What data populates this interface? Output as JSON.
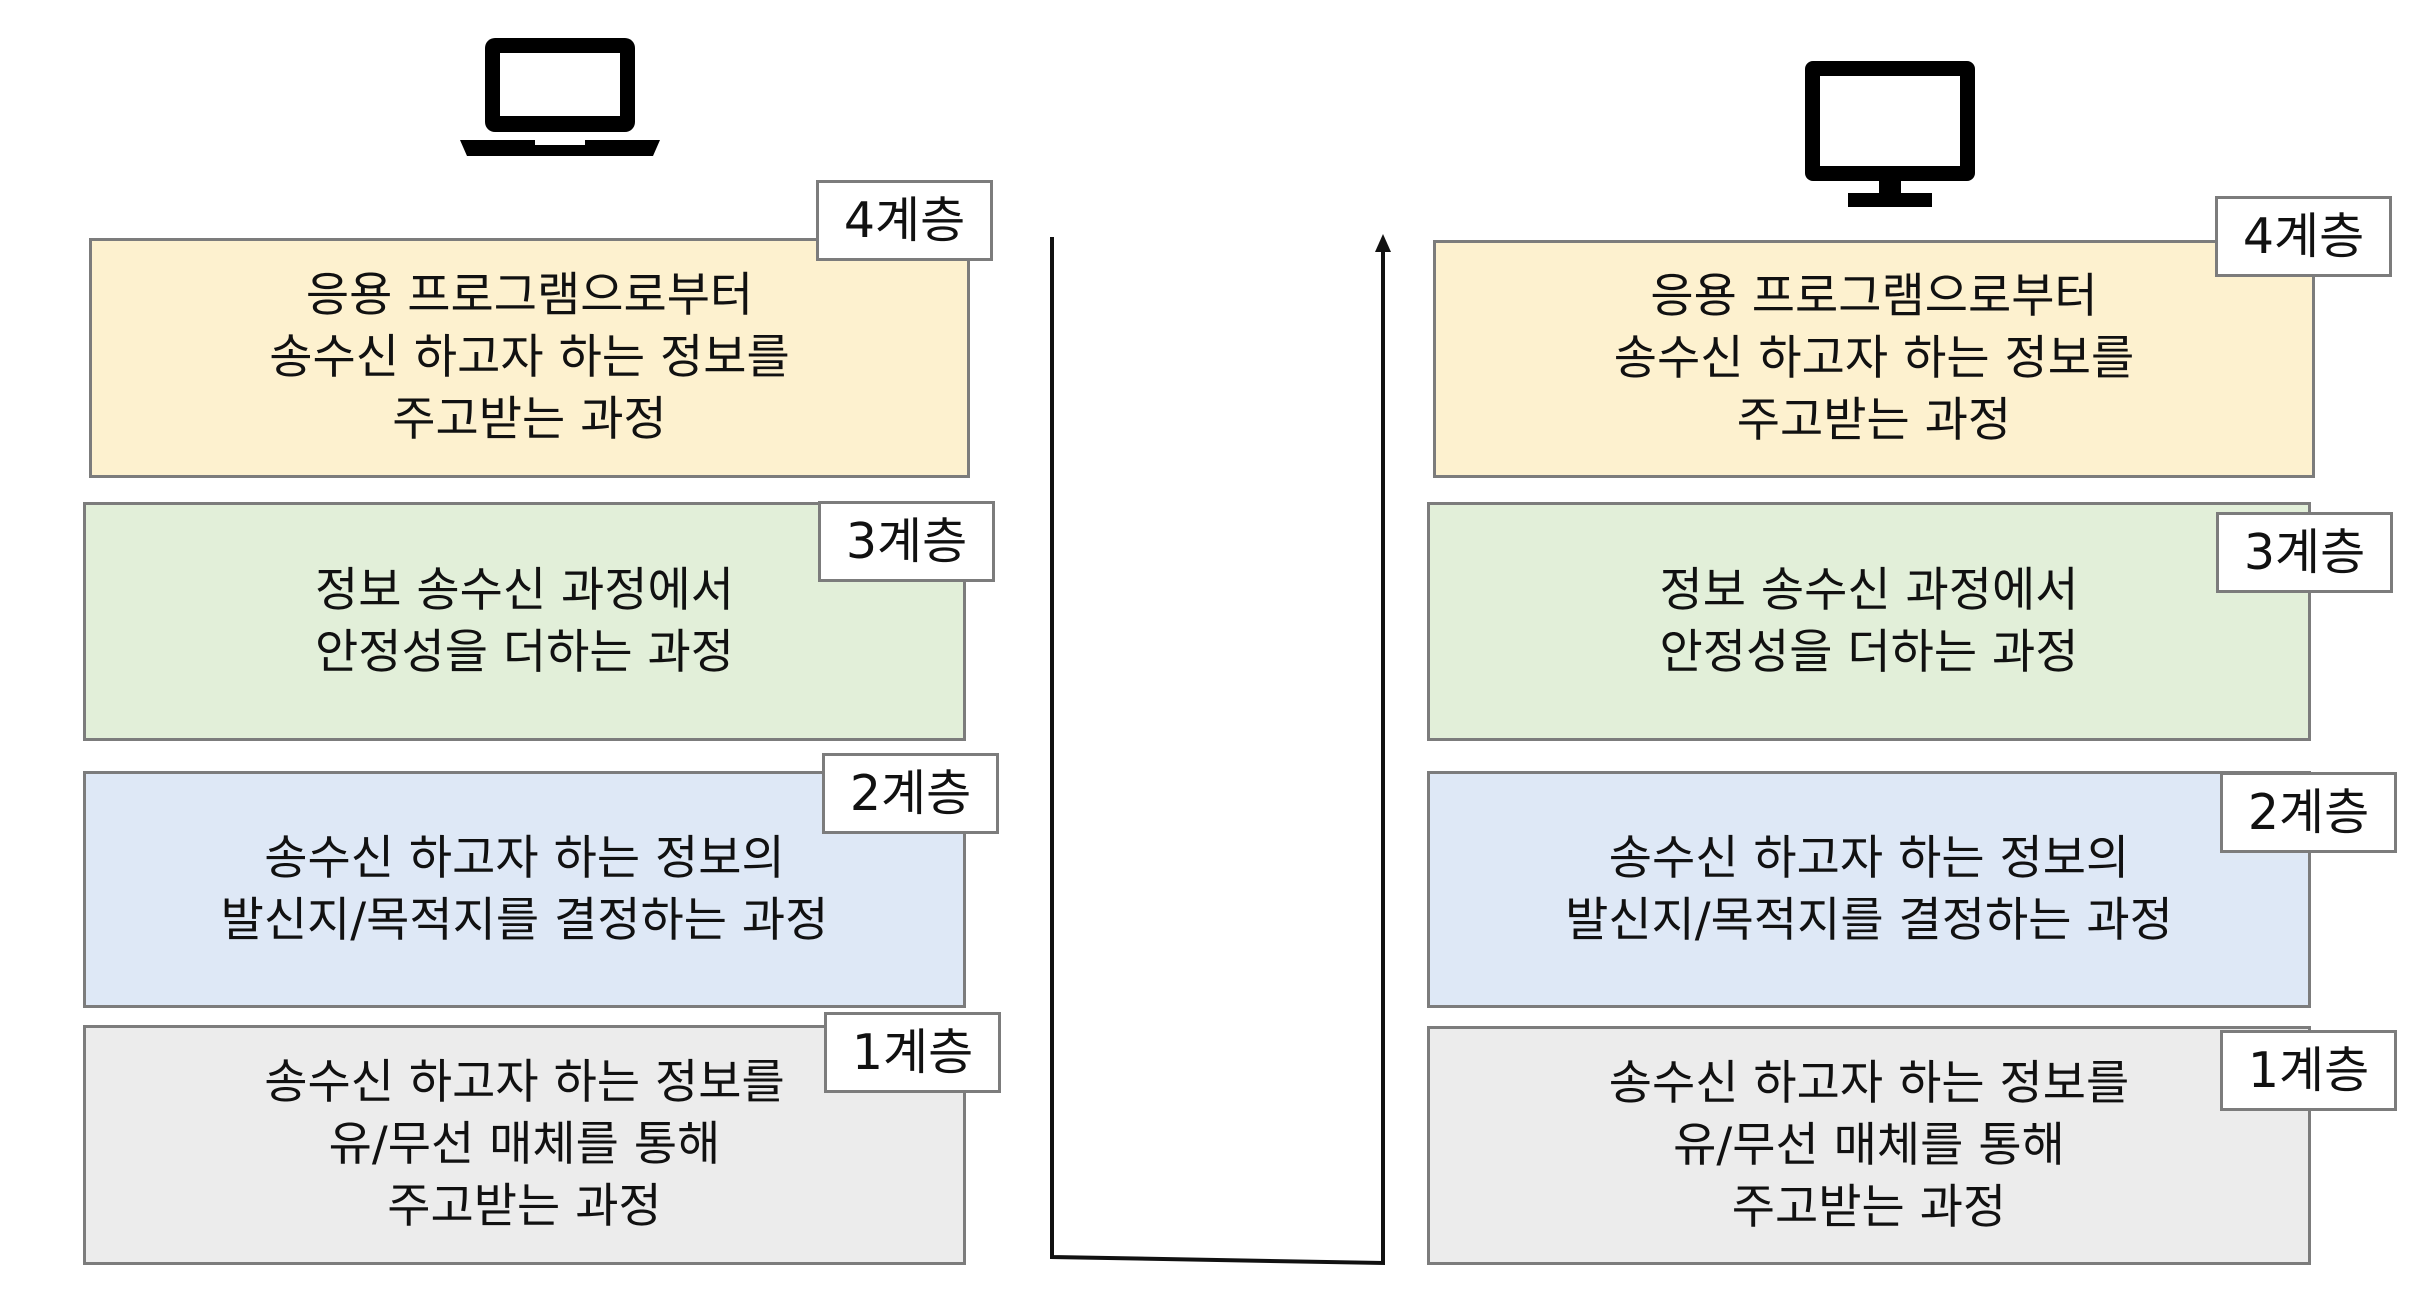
{
  "colors": {
    "application": "#fdf1cf",
    "transport": "#e2efd9",
    "internet": "#dee8f6",
    "link": "#ececec",
    "border": "#7c7c7c",
    "line": "#111111"
  },
  "sender": {
    "device_icon": "laptop-icon",
    "layers": [
      {
        "tag": "4계층",
        "text": "응용 프로그램으로부터\n송수신 하고자 하는 정보를\n주고받는 과정"
      },
      {
        "tag": "3계층",
        "text": "정보 송수신 과정에서\n안정성을 더하는 과정"
      },
      {
        "tag": "2계층",
        "text": "송수신 하고자 하는 정보의\n발신지/목적지를 결정하는 과정"
      },
      {
        "tag": "1계층",
        "text": "송수신 하고자 하는 정보를\n유/무선 매체를 통해\n주고받는 과정"
      }
    ]
  },
  "receiver": {
    "device_icon": "monitor-icon",
    "layers": [
      {
        "tag": "4계층",
        "text": "응용 프로그램으로부터\n송수신 하고자 하는 정보를\n주고받는 과정"
      },
      {
        "tag": "3계층",
        "text": "정보 송수신 과정에서\n안정성을 더하는 과정"
      },
      {
        "tag": "2계층",
        "text": "송수신 하고자 하는 정보의\n발신지/목적지를 결정하는 과정"
      },
      {
        "tag": "1계층",
        "text": "송수신 하고자 하는 정보를\n유/무선 매체를 통해\n주고받는 과정"
      }
    ]
  }
}
